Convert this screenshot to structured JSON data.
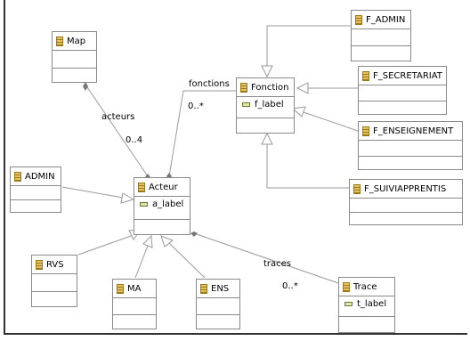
{
  "classes": {
    "map": {
      "name": "Map"
    },
    "admin": {
      "name": "ADMIN"
    },
    "acteur": {
      "name": "Acteur",
      "attr": "a_label"
    },
    "rvs": {
      "name": "RVS"
    },
    "ma": {
      "name": "MA"
    },
    "ens": {
      "name": "ENS"
    },
    "fonction": {
      "name": "Fonction",
      "attr": "f_label"
    },
    "f_admin": {
      "name": "F_ADMIN"
    },
    "f_secretariat": {
      "name": "F_SECRETARIAT"
    },
    "f_enseignement": {
      "name": "F_ENSEIGNEMENT"
    },
    "f_suiviapprentis": {
      "name": "F_SUIVIAPPRENTIS"
    },
    "trace": {
      "name": "Trace",
      "attr": "t_label"
    }
  },
  "edge_labels": {
    "acteurs_role": "acteurs",
    "acteurs_mult": "0..4",
    "fonctions_role": "fonctions",
    "fonctions_mult": "0..*",
    "traces_role": "traces",
    "traces_mult": "0..*"
  }
}
